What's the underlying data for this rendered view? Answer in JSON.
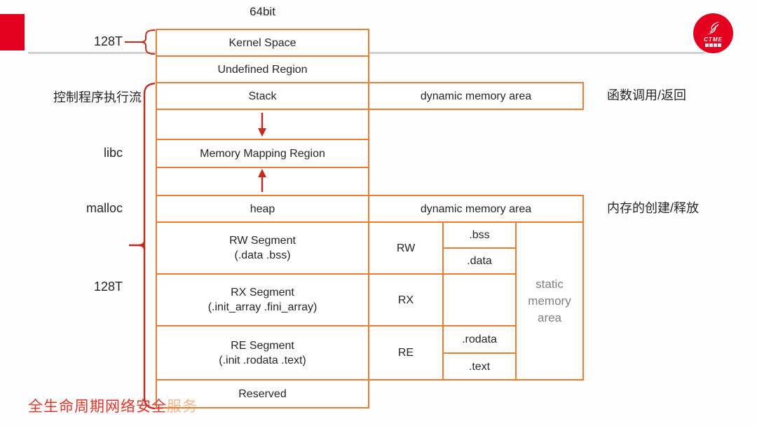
{
  "diagram": {
    "bit_label": "64bit",
    "regions": [
      {
        "label": "Kernel Space",
        "sub": ""
      },
      {
        "label": "Undefined Region",
        "sub": ""
      },
      {
        "label": "Stack",
        "sub": ""
      },
      {
        "label": "",
        "sub": ""
      },
      {
        "label": "Memory Mapping Region",
        "sub": ""
      },
      {
        "label": "",
        "sub": ""
      },
      {
        "label": "heap",
        "sub": ""
      },
      {
        "label": "RW Segment",
        "sub": "(.data .bss)"
      },
      {
        "label": "RX Segment",
        "sub": "(.init_array .fini_array)"
      },
      {
        "label": "RE Segment",
        "sub": "(.init .rodata .text)"
      },
      {
        "label": "Reserved",
        "sub": ""
      }
    ],
    "left_labels": {
      "kernel_size": "128T",
      "stack_note": "控制程序执行流",
      "mmap_note": "libc",
      "heap_note": "malloc",
      "user_size": "128T"
    },
    "right_annotations": {
      "stack_dynamic": "dynamic memory area",
      "stack_note": "函数调用/返回",
      "heap_dynamic": "dynamic memory area",
      "heap_note": "内存的创建/释放",
      "static_area": "static memory area"
    },
    "permissions": [
      {
        "label": "RW"
      },
      {
        "label": "RX"
      },
      {
        "label": "RE"
      }
    ],
    "sections": {
      "bss": ".bss",
      "data": ".data",
      "rodata": ".rodata",
      "text": ".text"
    }
  },
  "footer": {
    "slogan_main": "全生命周期网络安全",
    "slogan_faded": "服务"
  },
  "logo": {
    "text": "CTME"
  },
  "colors": {
    "box_border": "#ED7D31",
    "accent_red": "#C42B1E",
    "brand_red": "#E4001F",
    "static_gray": "#7F7F7F"
  }
}
